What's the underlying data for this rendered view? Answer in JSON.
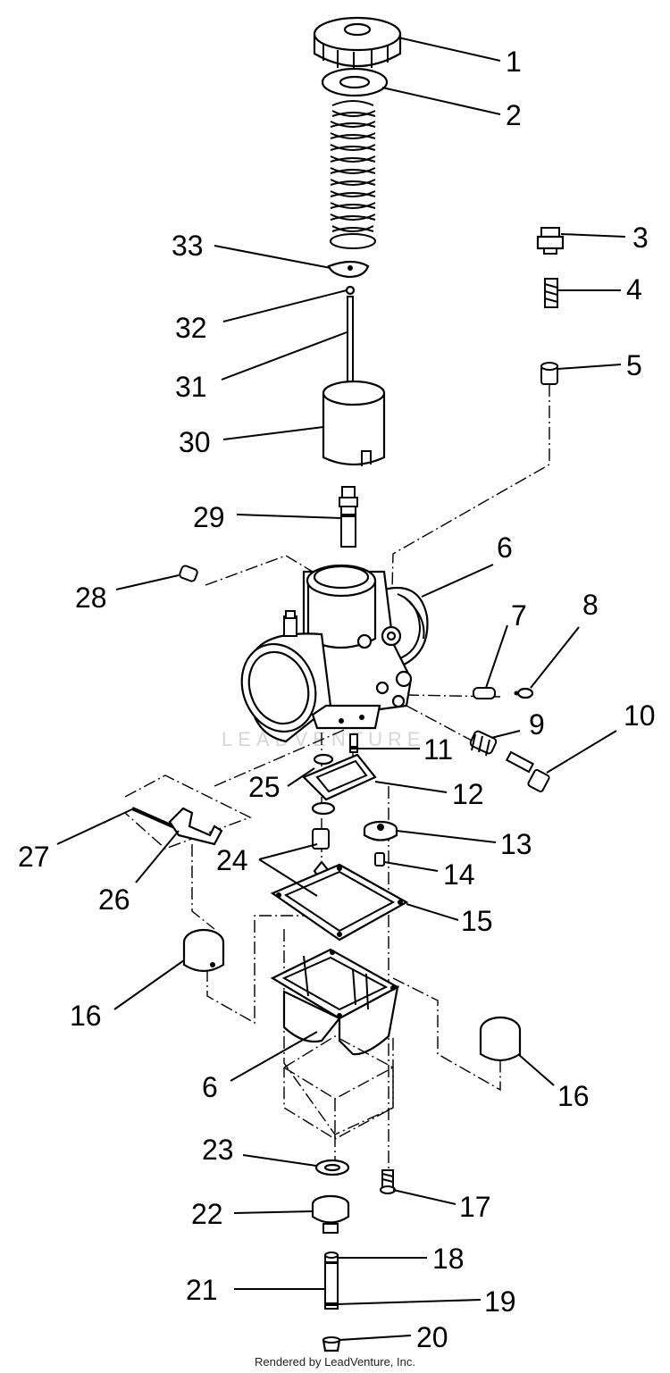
{
  "diagram": {
    "callouts": [
      {
        "id": "1",
        "label": "1"
      },
      {
        "id": "2",
        "label": "2"
      },
      {
        "id": "3",
        "label": "3"
      },
      {
        "id": "4",
        "label": "4"
      },
      {
        "id": "5",
        "label": "5"
      },
      {
        "id": "6a",
        "label": "6"
      },
      {
        "id": "7",
        "label": "7"
      },
      {
        "id": "8",
        "label": "8"
      },
      {
        "id": "9",
        "label": "9"
      },
      {
        "id": "10",
        "label": "10"
      },
      {
        "id": "11",
        "label": "11"
      },
      {
        "id": "12",
        "label": "12"
      },
      {
        "id": "13",
        "label": "13"
      },
      {
        "id": "14",
        "label": "14"
      },
      {
        "id": "15",
        "label": "15"
      },
      {
        "id": "16a",
        "label": "16"
      },
      {
        "id": "16b",
        "label": "16"
      },
      {
        "id": "6b",
        "label": "6"
      },
      {
        "id": "17",
        "label": "17"
      },
      {
        "id": "18",
        "label": "18"
      },
      {
        "id": "19",
        "label": "19"
      },
      {
        "id": "20",
        "label": "20"
      },
      {
        "id": "21",
        "label": "21"
      },
      {
        "id": "22",
        "label": "22"
      },
      {
        "id": "23",
        "label": "23"
      },
      {
        "id": "24",
        "label": "24"
      },
      {
        "id": "25",
        "label": "25"
      },
      {
        "id": "26",
        "label": "26"
      },
      {
        "id": "27",
        "label": "27"
      },
      {
        "id": "28",
        "label": "28"
      },
      {
        "id": "29",
        "label": "29"
      },
      {
        "id": "30",
        "label": "30"
      },
      {
        "id": "31",
        "label": "31"
      },
      {
        "id": "32",
        "label": "32"
      },
      {
        "id": "33",
        "label": "33"
      }
    ],
    "watermark": "LEADVENTURE",
    "footer": "Rendered by LeadVenture, Inc."
  }
}
